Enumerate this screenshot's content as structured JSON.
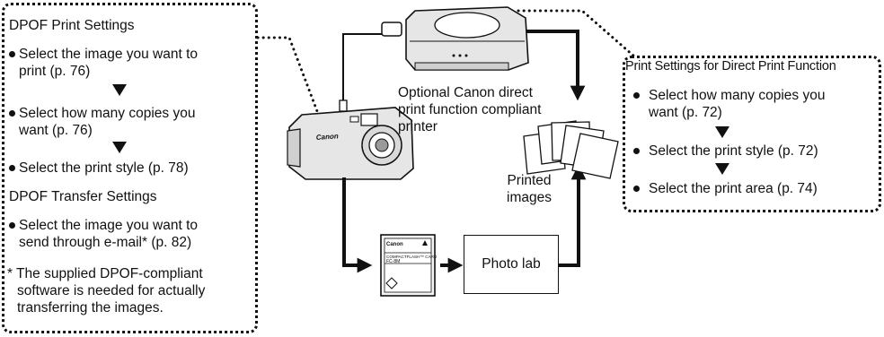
{
  "left_panel": {
    "print_heading": "DPOF Print Settings",
    "step1": [
      "Select the image you want to",
      "print (p. 76)"
    ],
    "step2": [
      "Select how many copies you",
      "want (p. 76)"
    ],
    "step3": "Select the print style (p. 78)",
    "transfer_heading": "DPOF Transfer Settings",
    "transfer_step": [
      "Select the image you want to",
      "send through e-mail*  (p. 82)"
    ],
    "footnote": [
      "* The supplied DPOF-compliant",
      "software is needed for actually",
      "transferring the images."
    ]
  },
  "right_panel": {
    "heading": "Print Settings for Direct Print Function",
    "step1": [
      "Select how many copies you",
      "want (p. 72)"
    ],
    "step2": "Select the print style (p. 72)",
    "step3": "Select the print area (p. 74)"
  },
  "center": {
    "printer_caption": [
      "Optional Canon direct",
      "print function compliant",
      "printer"
    ],
    "printed_images": [
      "Printed",
      "images"
    ],
    "photo_lab": "Photo lab",
    "camera_brand": "Canon",
    "card_brand": "Canon",
    "card_label": "COMPACTFLASH™ CARD",
    "card_model": "FC-8M"
  },
  "colors": {
    "ink": "#111111",
    "paper": "#ffffff",
    "device_grey": "#e6e6e6"
  },
  "icons": [
    "camera-illustration",
    "printer-illustration",
    "compactflash-card-illustration",
    "printed-photos-illustration"
  ]
}
